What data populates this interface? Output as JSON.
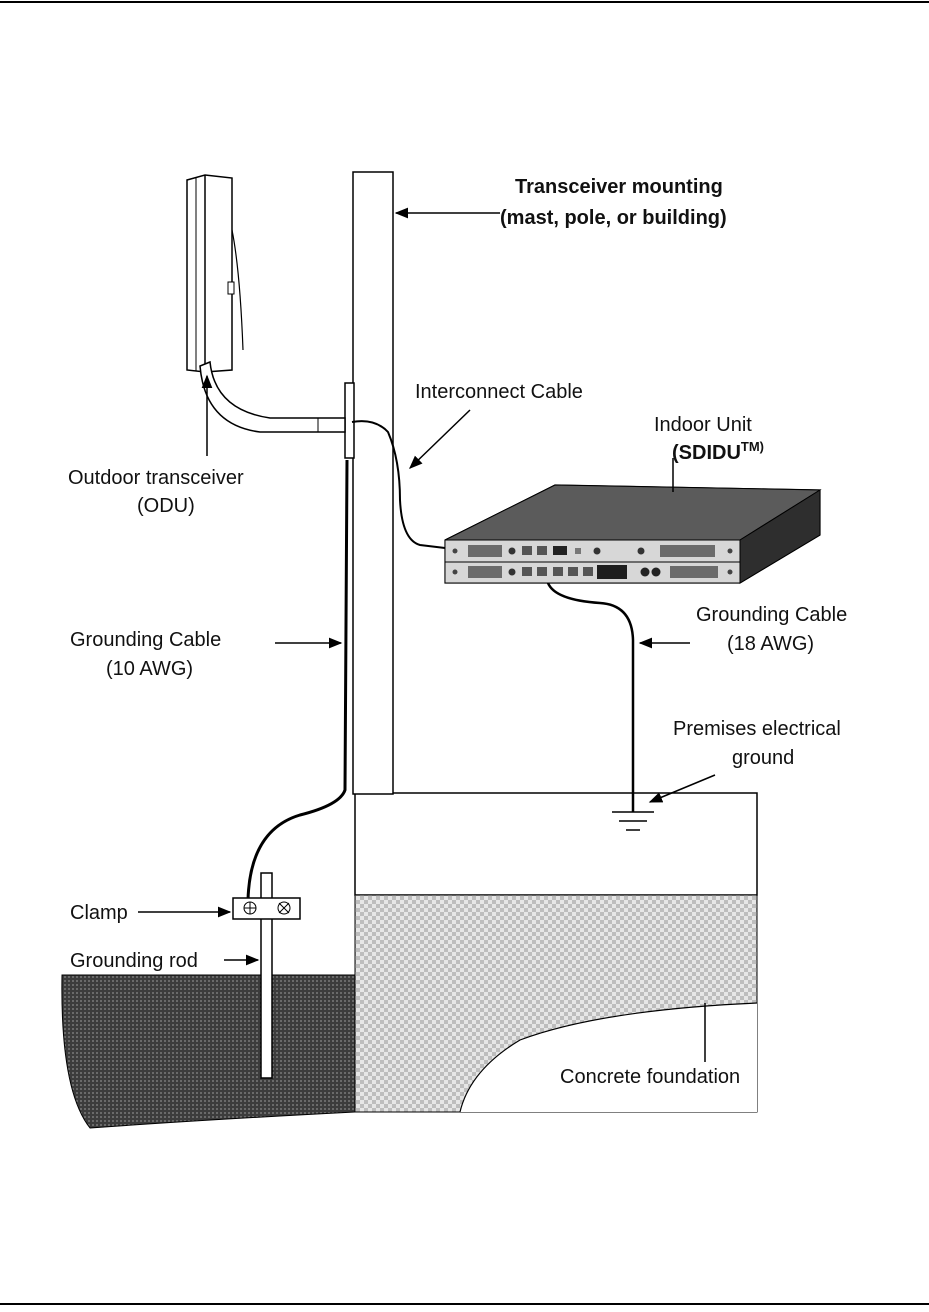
{
  "labels": {
    "mounting_line1": "Transceiver mounting",
    "mounting_line2": "(mast, pole, or building)",
    "interconnect": "Interconnect Cable",
    "indoor_unit": "Indoor Unit",
    "sdidu": "(SDIDU",
    "sdidu_tm": "TM)",
    "odu_line1": "Outdoor transceiver",
    "odu_line2": "(ODU)",
    "ground_cable_left_line1": "Grounding Cable",
    "ground_cable_left_line2": "(10 AWG)",
    "ground_cable_right_line1": "Grounding Cable",
    "ground_cable_right_line2": "(18 AWG)",
    "premises_line1": "Premises electrical",
    "premises_line2": "ground",
    "clamp": "Clamp",
    "grounding_rod": "Grounding rod",
    "concrete": "Concrete foundation"
  },
  "colors": {
    "line": "#000000",
    "soil": "#4a4a4a",
    "concrete": "#c8c8c8",
    "device": "#3a3a3a"
  }
}
